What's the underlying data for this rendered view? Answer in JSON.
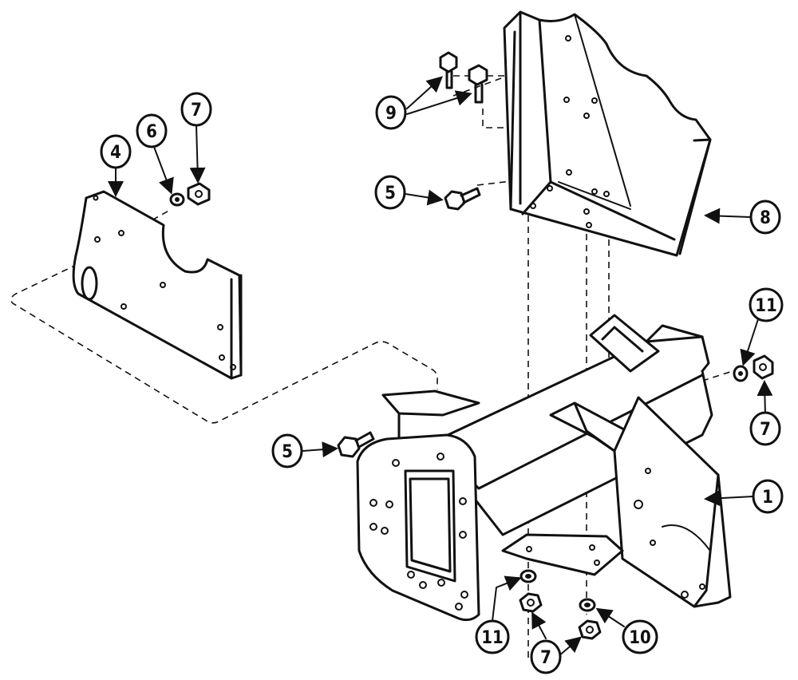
{
  "diagram": {
    "callouts": [
      {
        "id": "c4",
        "label": "4"
      },
      {
        "id": "c6",
        "label": "6"
      },
      {
        "id": "c7a",
        "label": "7"
      },
      {
        "id": "c9",
        "label": "9"
      },
      {
        "id": "c5a",
        "label": "5"
      },
      {
        "id": "c8",
        "label": "8"
      },
      {
        "id": "c11a",
        "label": "11"
      },
      {
        "id": "c7b",
        "label": "7"
      },
      {
        "id": "c5b",
        "label": "5"
      },
      {
        "id": "c1",
        "label": "1"
      },
      {
        "id": "c11b",
        "label": "11"
      },
      {
        "id": "c7c",
        "label": "7"
      },
      {
        "id": "c10",
        "label": "10"
      }
    ],
    "parts": [
      "frame-bracket-1",
      "side-plate-4",
      "bolt-5",
      "washer-6",
      "nut-7",
      "gusset-bracket-8",
      "bolt-9",
      "washer-10",
      "washer-11"
    ]
  }
}
